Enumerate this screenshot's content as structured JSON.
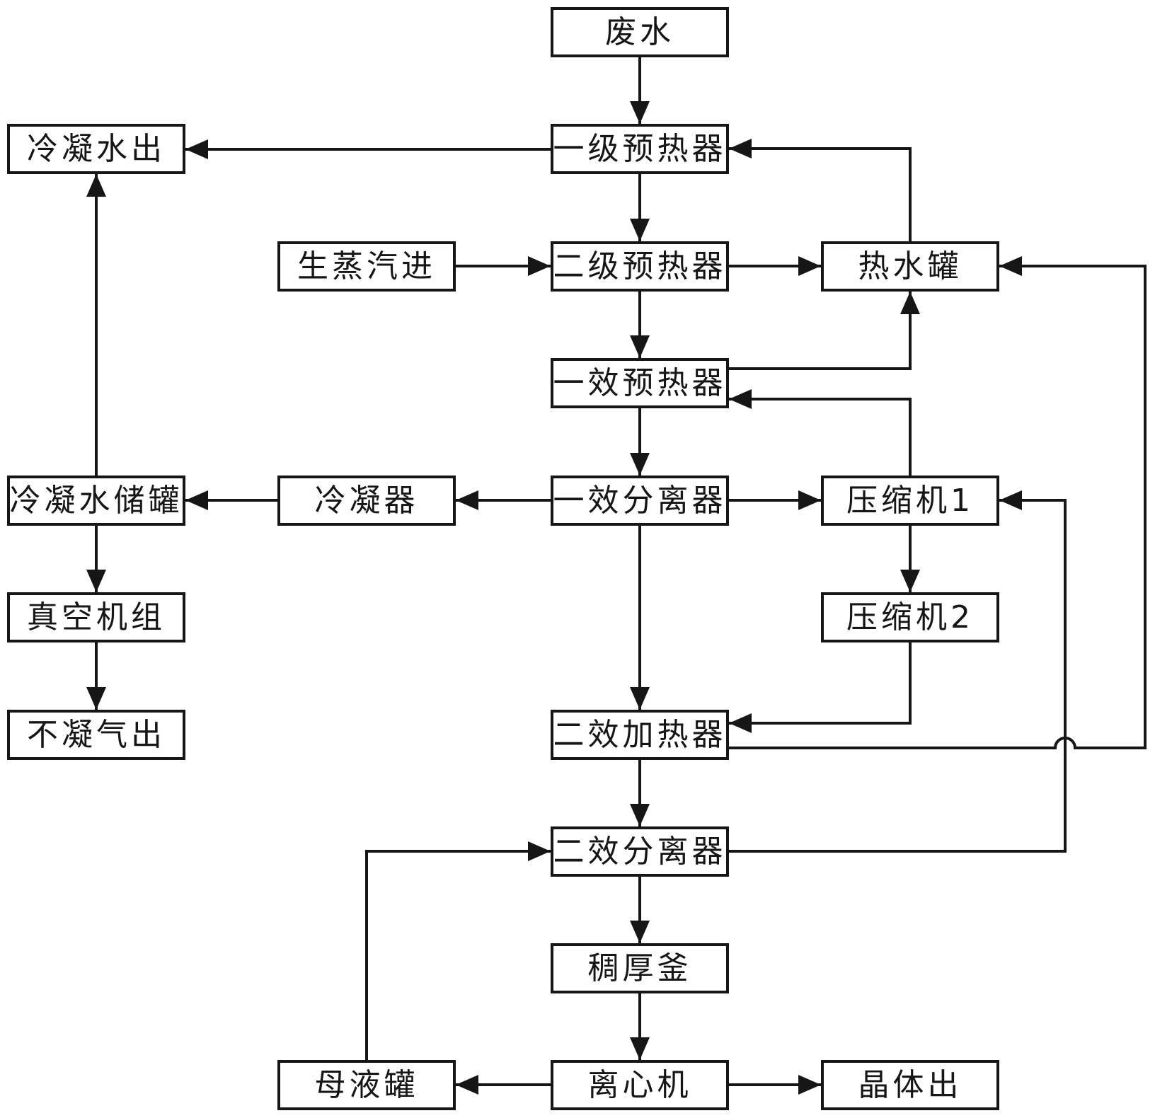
{
  "diagram": {
    "type": "process-flowchart",
    "language": "zh-CN",
    "colors": {
      "background": "#ffffff",
      "line": "#161616",
      "box_border": "#161616",
      "box_fill": "#ffffff",
      "text": "#161616"
    },
    "nodes": {
      "wastewater": {
        "label": "废水"
      },
      "preheater1": {
        "label": "一级预热器"
      },
      "condensate_out": {
        "label": "冷凝水出"
      },
      "raw_steam_in": {
        "label": "生蒸汽进"
      },
      "preheater2": {
        "label": "二级预热器"
      },
      "hot_water_tank": {
        "label": "热水罐"
      },
      "effect1_preheater": {
        "label": "一效预热器"
      },
      "condensate_tank": {
        "label": "冷凝水储罐"
      },
      "condenser": {
        "label": "冷凝器"
      },
      "effect1_separator": {
        "label": "一效分离器"
      },
      "compressor1": {
        "label": "压缩机1"
      },
      "vacuum_unit": {
        "label": "真空机组"
      },
      "compressor2": {
        "label": "压缩机2"
      },
      "ncg_out": {
        "label": "不凝气出"
      },
      "effect2_heater": {
        "label": "二效加热器"
      },
      "effect2_separator": {
        "label": "二效分离器"
      },
      "thickener": {
        "label": "稠厚釜"
      },
      "mother_liquor_tank": {
        "label": "母液罐"
      },
      "centrifuge": {
        "label": "离心机"
      },
      "crystal_out": {
        "label": "晶体出"
      }
    },
    "edges": [
      {
        "from": "wastewater",
        "to": "preheater1"
      },
      {
        "from": "preheater1",
        "to": "condensate_out"
      },
      {
        "from": "hot_water_tank",
        "to": "preheater1"
      },
      {
        "from": "raw_steam_in",
        "to": "preheater2"
      },
      {
        "from": "preheater1",
        "to": "preheater2"
      },
      {
        "from": "preheater2",
        "to": "hot_water_tank"
      },
      {
        "from": "preheater2",
        "to": "effect1_preheater"
      },
      {
        "from": "effect1_preheater",
        "to": "hot_water_tank"
      },
      {
        "from": "compressor1",
        "to": "effect1_preheater"
      },
      {
        "from": "effect1_preheater",
        "to": "effect1_separator"
      },
      {
        "from": "effect1_separator",
        "to": "condenser"
      },
      {
        "from": "condenser",
        "to": "condensate_tank"
      },
      {
        "from": "effect1_separator",
        "to": "compressor1"
      },
      {
        "from": "condensate_tank",
        "to": "condensate_out"
      },
      {
        "from": "condensate_tank",
        "to": "vacuum_unit"
      },
      {
        "from": "vacuum_unit",
        "to": "ncg_out"
      },
      {
        "from": "compressor1",
        "to": "compressor2"
      },
      {
        "from": "compressor2",
        "to": "effect2_heater"
      },
      {
        "from": "effect1_separator",
        "to": "effect2_heater"
      },
      {
        "from": "effect2_heater",
        "to": "effect2_separator"
      },
      {
        "from": "effect2_heater",
        "to": "hot_water_tank",
        "note": "line hops over the effect2_separator-to-compressor1 line"
      },
      {
        "from": "effect2_separator",
        "to": "compressor1"
      },
      {
        "from": "effect2_separator",
        "to": "thickener"
      },
      {
        "from": "thickener",
        "to": "centrifuge"
      },
      {
        "from": "centrifuge",
        "to": "mother_liquor_tank"
      },
      {
        "from": "centrifuge",
        "to": "crystal_out"
      },
      {
        "from": "mother_liquor_tank",
        "to": "effect2_separator"
      }
    ]
  }
}
